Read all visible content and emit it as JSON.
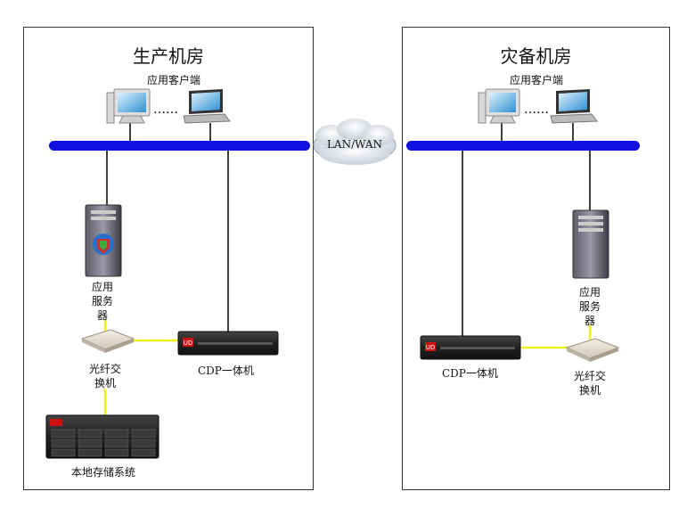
{
  "production": {
    "title": "生产机房",
    "clients_label": "应用客户端",
    "server_label": "应用服务器",
    "cdp_label": "CDP一体机",
    "switch_label": "光纤交换机",
    "storage_label": "本地存储系统"
  },
  "disaster_recovery": {
    "title": "灾备机房",
    "clients_label": "应用客户端",
    "server_label": "应用服务器",
    "cdp_label": "CDP一体机",
    "switch_label": "光纤交换机"
  },
  "network": {
    "cloud_label": "LAN/WAN"
  },
  "colors": {
    "lan_bus": "#1010e0",
    "fiber_link": "#f0f020",
    "ethernet_link": "#000000",
    "cdp_badge": "#cc1111"
  }
}
